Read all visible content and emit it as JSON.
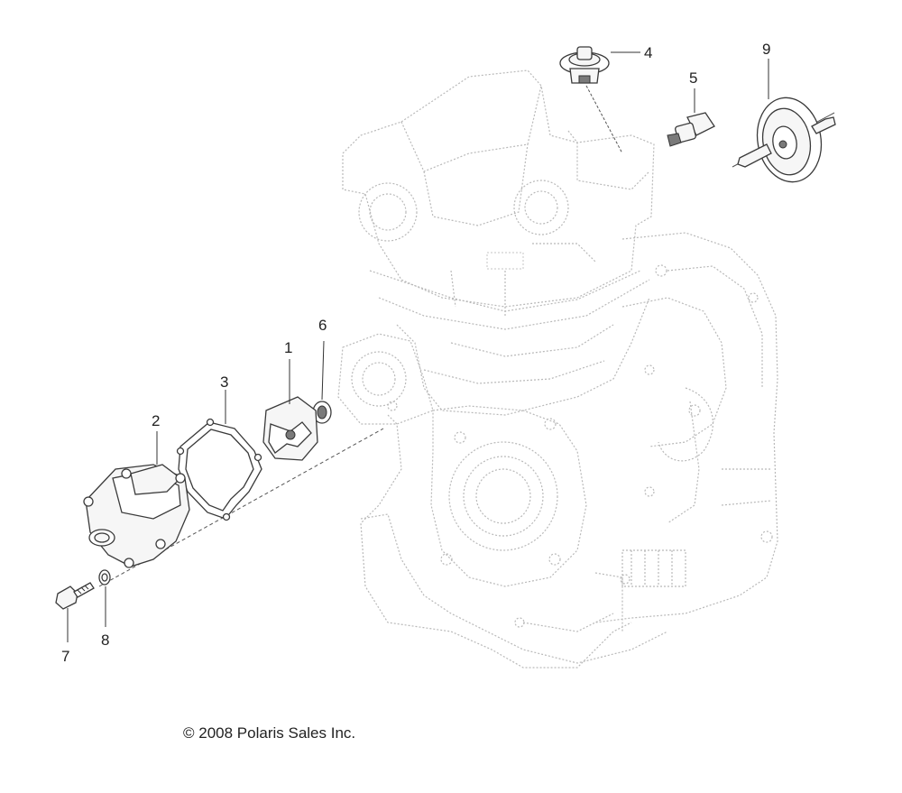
{
  "callouts": {
    "c1": "1",
    "c2": "2",
    "c3": "3",
    "c4": "4",
    "c5": "5",
    "c6": "6",
    "c7": "7",
    "c8": "8",
    "c9": "9"
  },
  "copyright": "© 2008 Polaris Sales Inc."
}
